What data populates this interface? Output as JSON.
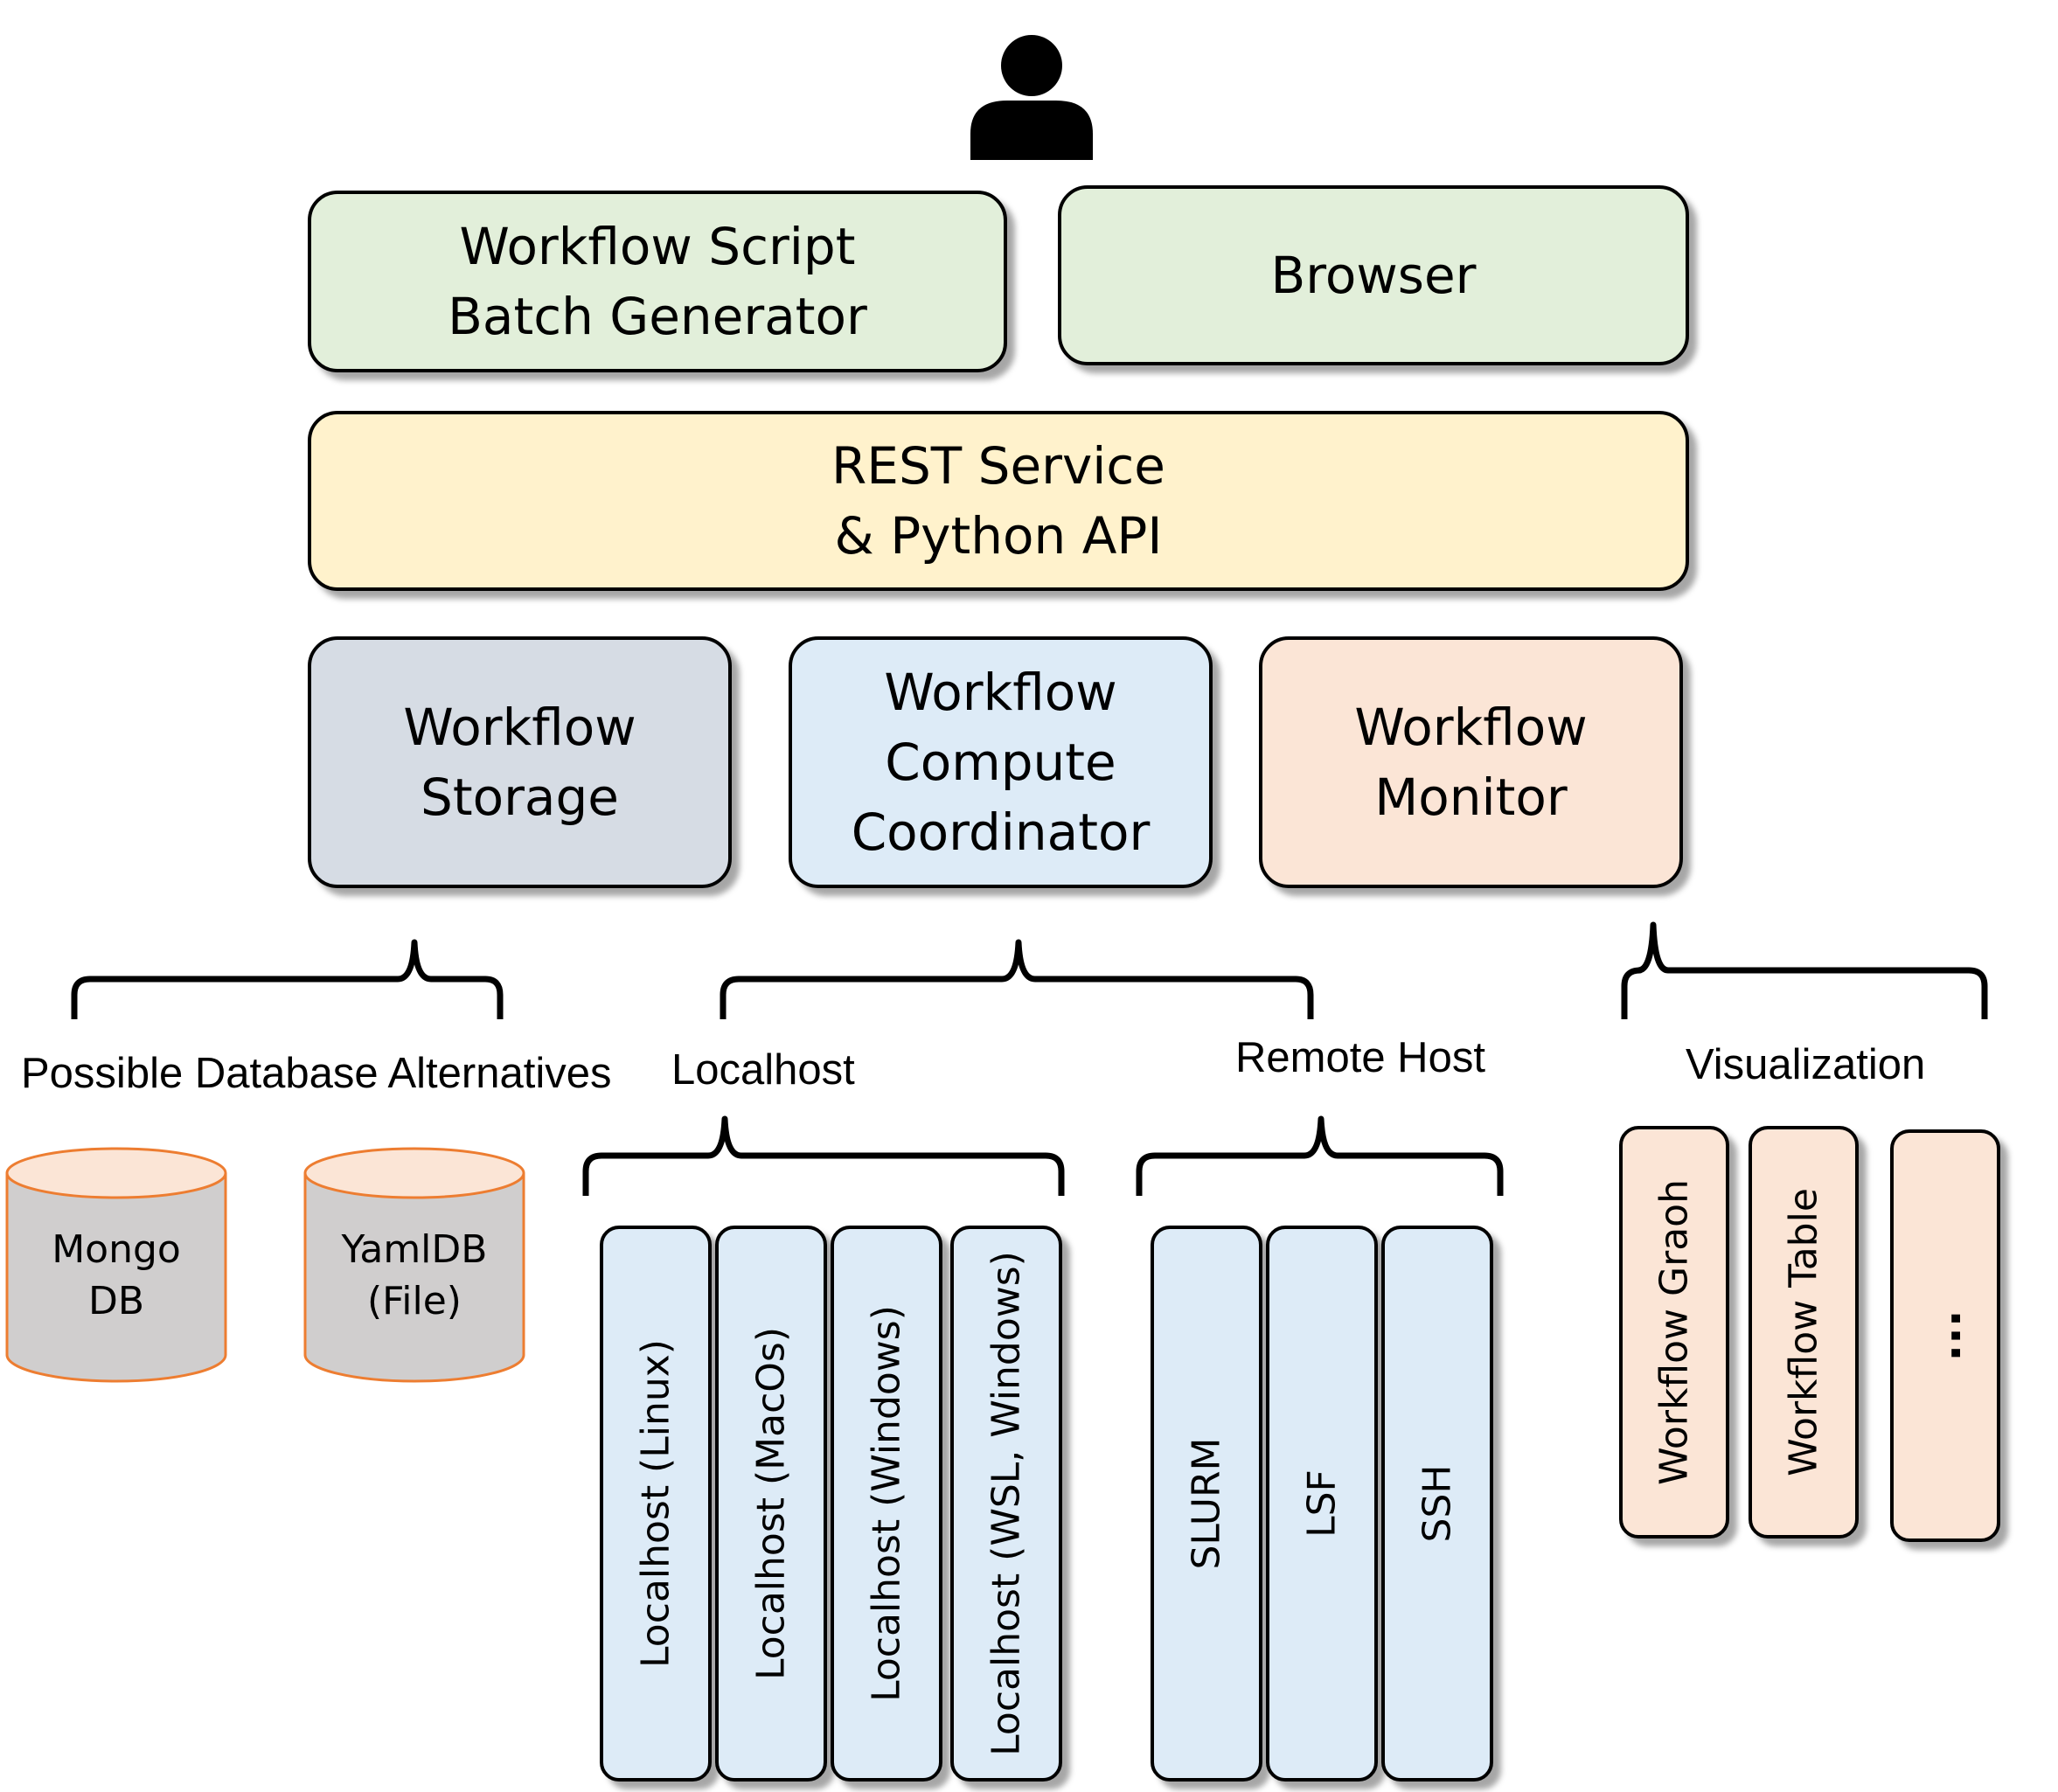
{
  "top_boxes": {
    "script_batch": [
      "Workflow Script",
      "Batch Generator"
    ],
    "browser": "Browser"
  },
  "api_box": [
    "REST Service",
    "& Python API"
  ],
  "components": {
    "storage": [
      "Workflow",
      "Storage"
    ],
    "compute": [
      "Workflow",
      "Compute",
      "Coordinator"
    ],
    "monitor": [
      "Workflow",
      "Monitor"
    ]
  },
  "labels": {
    "db_alternatives": "Possible Database Alternatives",
    "localhost": "Localhost",
    "remote_host": "Remote Host",
    "visualization": "Visualization"
  },
  "databases": [
    [
      "Mongo",
      "DB"
    ],
    [
      "YamlDB",
      "(File)"
    ]
  ],
  "localhost_columns": [
    "Localhost (Linux)",
    "Localhost (MacOs)",
    "Localhost (Windows)",
    "Localhost (WSL, Windows)"
  ],
  "remote_columns": [
    "SLURM",
    "LSF",
    "SSH"
  ],
  "visualization_columns": [
    "Workflow Graoh",
    "Workflow Table",
    "..."
  ],
  "colors": {
    "green": "#e2efda",
    "yellow": "#fff2cc",
    "gray": "#d6dce4",
    "blue": "#ddebf7",
    "peach": "#fbe5d6",
    "db_fill": "#d0cece",
    "db_stroke": "#ed7d31"
  },
  "icons": {
    "user": "user-icon"
  }
}
